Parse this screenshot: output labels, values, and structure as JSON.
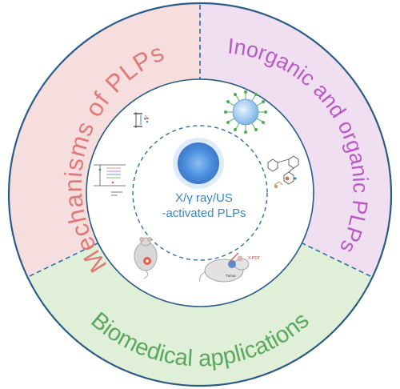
{
  "segments": [
    {
      "label": "Mechanisms of PLPs",
      "color": "#e07a79",
      "fill": "#f6dede"
    },
    {
      "label": "Inorganic and organic PLPs",
      "color": "#b85ac6",
      "fill": "#f0dff1"
    },
    {
      "label": "Biomedical applications",
      "color": "#5aa85f",
      "fill": "#e0efd8"
    }
  ],
  "center": {
    "line1": "X/γ ray/US",
    "line2": "-activated PLPs"
  },
  "icons": {
    "energy_level": "energy-level-diagram-icon",
    "nanoparticle": "nanoparticle-icon",
    "molecule": "molecular-structure-icon",
    "circuit": "mechanism-schematic-icon",
    "mouse_1": "mouse-imaging-icon",
    "mouse_2": "mouse-tumor-therapy-icon",
    "tumor_tag": "Tumor",
    "xpdt_tag": "X-PDT"
  },
  "colors": {
    "outer_border": "#2a5a86",
    "dashed": "#2e6ea8",
    "center_glow": "#4a90e2",
    "inner_ring": "#ffffff"
  }
}
